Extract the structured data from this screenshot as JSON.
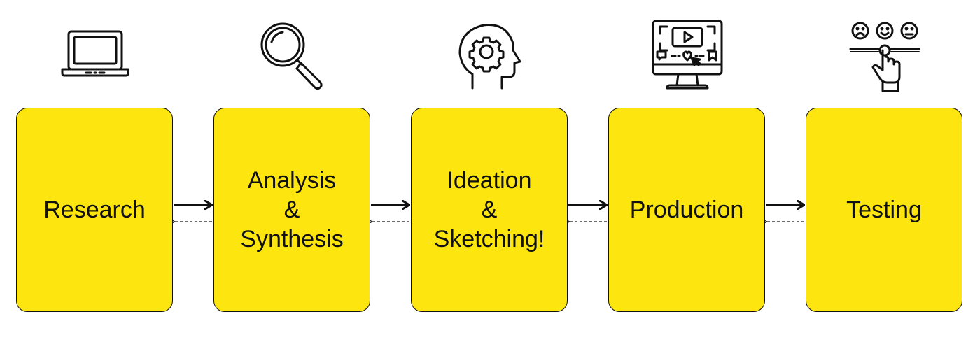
{
  "diagram": {
    "box_color": "#FDE50F",
    "stroke_color": "#111111",
    "steps": [
      {
        "label": "Research",
        "icon": "laptop-icon"
      },
      {
        "label": "Analysis\n&\nSynthesis",
        "icon": "magnifier-icon"
      },
      {
        "label": "Ideation\n&\nSketching!",
        "icon": "head-gear-icon"
      },
      {
        "label": "Production",
        "icon": "video-monitor-icon"
      },
      {
        "label": "Testing",
        "icon": "feedback-rating-icon"
      }
    ],
    "connectors": [
      {
        "from": "Research",
        "to": "Analysis & Synthesis",
        "forward": "solid",
        "backward": "dashed"
      },
      {
        "from": "Analysis & Synthesis",
        "to": "Ideation & Sketching!",
        "forward": "solid",
        "backward": "dashed"
      },
      {
        "from": "Ideation & Sketching!",
        "to": "Production",
        "forward": "solid",
        "backward": "dashed"
      },
      {
        "from": "Production",
        "to": "Testing",
        "forward": "solid",
        "backward": "dashed"
      }
    ]
  }
}
